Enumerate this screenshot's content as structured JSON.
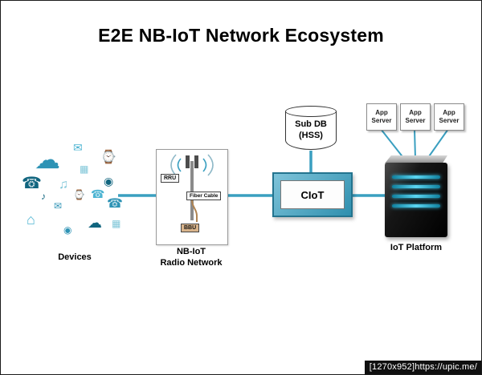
{
  "title": "E2E NB-IoT Network Ecosystem",
  "colors": {
    "accent": "#3a9fc0",
    "accent_dark": "#23748f",
    "server_glow": "#39c2e6",
    "bbu_fill": "#d9b48b"
  },
  "devices": {
    "label": "Devices",
    "icons": [
      {
        "name": "cloud-icon",
        "glyph": "☁"
      },
      {
        "name": "phone-icon",
        "glyph": "☎"
      },
      {
        "name": "mail-icon",
        "glyph": "✉"
      },
      {
        "name": "watch-icon",
        "glyph": "⌚"
      },
      {
        "name": "music-icon",
        "glyph": "♫"
      },
      {
        "name": "home-icon",
        "glyph": "⌂"
      },
      {
        "name": "sensor-icon",
        "glyph": "◉"
      },
      {
        "name": "meter-icon",
        "glyph": "▦"
      },
      {
        "name": "phone-icon",
        "glyph": "☎"
      },
      {
        "name": "cloud-icon",
        "glyph": "☁"
      },
      {
        "name": "mail-icon",
        "glyph": "✉"
      },
      {
        "name": "watch-icon",
        "glyph": "⌚"
      },
      {
        "name": "music-icon",
        "glyph": "♪"
      },
      {
        "name": "sensor-icon",
        "glyph": "◉"
      },
      {
        "name": "meter-icon",
        "glyph": "▦"
      },
      {
        "name": "phone-icon",
        "glyph": "☎"
      }
    ]
  },
  "radio": {
    "label_line1": "NB-IoT",
    "label_line2": "Radio Network",
    "rru": "RRU",
    "fiber": "Fiber Cable",
    "bbu": "BBU"
  },
  "core": {
    "ciot": "CIoT",
    "subdb_line1": "Sub DB",
    "subdb_line2": "(HSS)"
  },
  "platform": {
    "label": "IoT Platform",
    "app_servers": [
      {
        "label": "App Server"
      },
      {
        "label": "App Server"
      },
      {
        "label": "App Server"
      }
    ]
  },
  "watermark": "[1270x952]https://upic.me/"
}
